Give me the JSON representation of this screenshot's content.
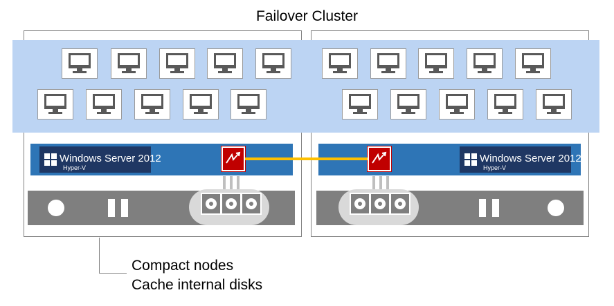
{
  "title": "Failover Cluster",
  "callout": {
    "line1": "Compact nodes",
    "line2": "Cache internal disks"
  },
  "nodes": [
    {
      "os_name": "Windows Server 2012",
      "os_sub": "Hyper-V",
      "vm_count": 10
    },
    {
      "os_name": "Windows Server 2012",
      "os_sub": "Hyper-V",
      "vm_count": 10
    }
  ],
  "icons": {
    "vm": "monitor-icon",
    "os": "windows-logo-icon",
    "cache": "cache-accelerator-icon",
    "disk": "disk-drive-icon",
    "power": "power-button-icon",
    "drive_slot": "drive-slot-icon"
  },
  "colors": {
    "vm_band": "#bcd4f3",
    "server_bar": "#2e75b6",
    "os_badge": "#1f3763",
    "cache_icon": "#c00000",
    "sync_link": "#ffc000",
    "chassis": "#7f7f7f"
  }
}
